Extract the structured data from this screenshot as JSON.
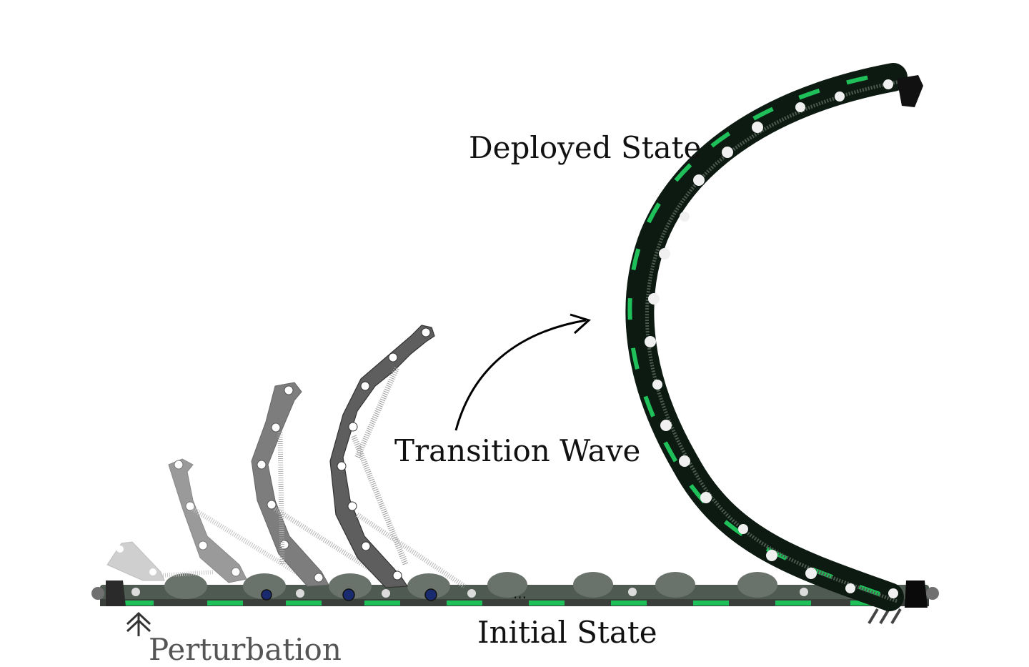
{
  "figure": {
    "labels": {
      "deployed_state": "Deployed State",
      "transition_wave": "Transition Wave",
      "initial_state": "Initial State",
      "perturbation": "Perturbation"
    },
    "colors": {
      "pcb_green": "#1fbf5a",
      "pcb_dark": "#0d1a12",
      "link_light": "#cfcfcf",
      "link_mid": "#8c8c8c",
      "link_dark": "#5a5a5a",
      "link_darkest": "#4a4a4a",
      "pin_blue": "#1a2a6e",
      "text": "#111111",
      "perturbation_text": "#555555"
    },
    "annotations": {
      "ellipsis": "...",
      "ground_icon": "hatched-ground",
      "perturbation_icon": "double-chevron-up"
    }
  }
}
